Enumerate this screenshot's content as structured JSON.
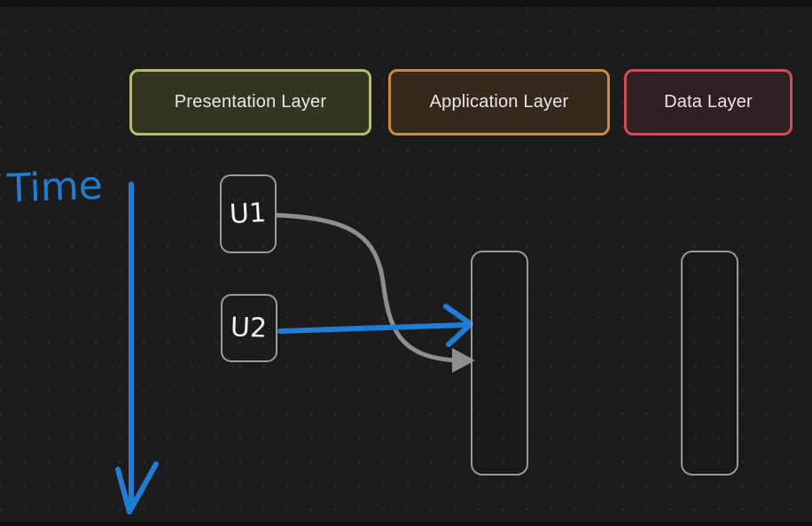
{
  "canvas": {
    "background_color": "#1c1c1c",
    "grid_dot_color": "#323232"
  },
  "layers": [
    {
      "label": "Presentation Layer",
      "border_color": "#b9bc6b",
      "fill_color": "#343520"
    },
    {
      "label": "Application Layer",
      "border_color": "#cf8a3d",
      "fill_color": "#33291c"
    },
    {
      "label": "Data Layer",
      "border_color": "#d64a52",
      "fill_color": "#2f2023"
    }
  ],
  "timeline": {
    "label": "Time",
    "color": "#1f7dd6"
  },
  "nodes": [
    {
      "label": "U1"
    },
    {
      "label": "U2"
    }
  ],
  "colors": {
    "accent_blue": "#1f7dd6",
    "arrow_gray": "#8f8f8f",
    "node_border": "#9b9b9b",
    "text_light": "#e8e8e8"
  }
}
